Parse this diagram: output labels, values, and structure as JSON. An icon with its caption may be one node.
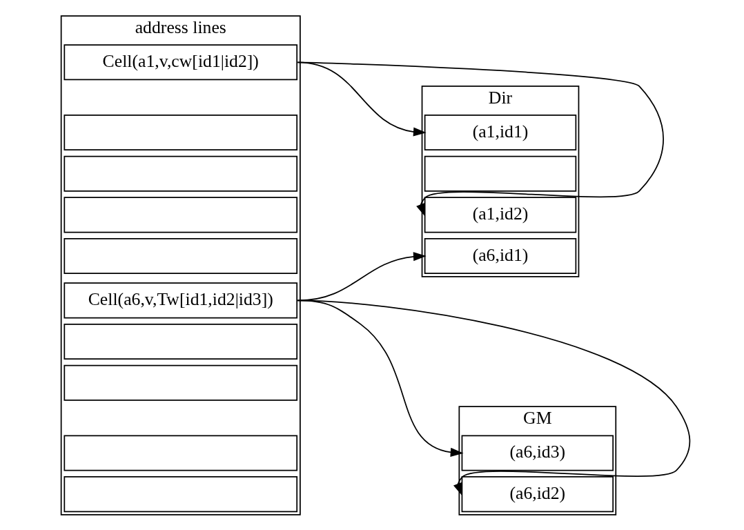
{
  "diagram": {
    "nodes": [
      {
        "text": [
          "address lines"
        ]
      },
      {
        "text": [
          "Cell(a1,v,cw[id1|id2])"
        ],
        "in": 0
      },
      {
        "text": [],
        "shape": "box",
        "in": 0
      },
      {
        "text": [],
        "shape": "box",
        "in": 0
      },
      {
        "text": [],
        "shape": "box",
        "in": 0
      },
      {
        "text": [],
        "shape": "box",
        "in": 0
      },
      {
        "text": [
          "Cell(a6,v,Tw[id1,id2|id3])"
        ],
        "in": 0
      },
      {
        "text": [],
        "shape": "box",
        "in": 0
      },
      {
        "text": [],
        "shape": "box",
        "in": 0
      },
      {
        "text": [],
        "shape": "box",
        "in": 0
      },
      {
        "text": [],
        "shape": "box",
        "in": 0
      },
      {
        "text": [
          "Dir"
        ]
      },
      {
        "text": [
          "(a1,id1)"
        ],
        "in": 11
      },
      {
        "text": [],
        "shape": "box",
        "in": 11
      },
      {
        "text": [
          "(a1,id2)"
        ],
        "in": 11
      },
      {
        "text": [
          "(a6,id1)"
        ],
        "in": 11
      },
      {
        "text": [
          "GM"
        ]
      },
      {
        "text": [
          "(a6,id3)"
        ],
        "in": 16
      },
      {
        "text": [
          "(a6,id2)"
        ],
        "in": 16
      }
    ],
    "edges": [
      {
        "from": 1,
        "to": 12,
        "arrow": "to"
      },
      {
        "from": 1,
        "to": 14,
        "arrow": "to"
      },
      {
        "from": 6,
        "to": 15,
        "arrow": "to"
      },
      {
        "from": 6,
        "to": 17,
        "arrow": "to"
      },
      {
        "from": 6,
        "to": 18,
        "arrow": "to"
      }
    ]
  }
}
